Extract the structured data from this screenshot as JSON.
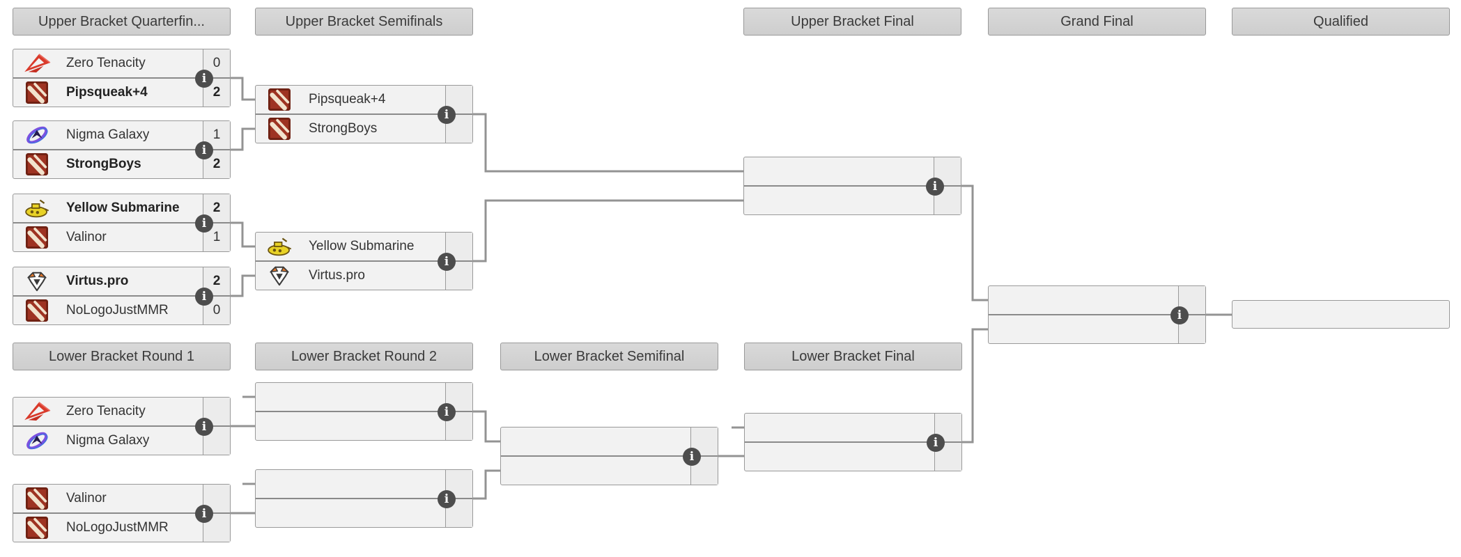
{
  "headers": {
    "ub_quarterfinals": "Upper Bracket Quarterfin...",
    "ub_semifinals": "Upper Bracket Semifinals",
    "ub_final": "Upper Bracket Final",
    "grand_final": "Grand Final",
    "qualified": "Qualified",
    "lb_round1": "Lower Bracket Round 1",
    "lb_round2": "Lower Bracket Round 2",
    "lb_semifinal": "Lower Bracket Semifinal",
    "lb_final": "Lower Bracket Final"
  },
  "matches": {
    "ub_qf_1": {
      "top": {
        "name": "Zero Tenacity",
        "score": "0",
        "logo": "zero-tenacity",
        "winner": false
      },
      "bottom": {
        "name": "Pipsqueak+4",
        "score": "2",
        "logo": "dota-default",
        "winner": true
      }
    },
    "ub_qf_2": {
      "top": {
        "name": "Nigma Galaxy",
        "score": "1",
        "logo": "nigma-galaxy",
        "winner": false
      },
      "bottom": {
        "name": "StrongBoys",
        "score": "2",
        "logo": "dota-default",
        "winner": true
      }
    },
    "ub_qf_3": {
      "top": {
        "name": "Yellow Submarine",
        "score": "2",
        "logo": "yellow-submarine",
        "winner": true
      },
      "bottom": {
        "name": "Valinor",
        "score": "1",
        "logo": "dota-default",
        "winner": false
      }
    },
    "ub_qf_4": {
      "top": {
        "name": "Virtus.pro",
        "score": "2",
        "logo": "virtus-pro",
        "winner": true
      },
      "bottom": {
        "name": "NoLogoJustMMR",
        "score": "0",
        "logo": "dota-default",
        "winner": false
      }
    },
    "ub_sf_1": {
      "top": {
        "name": "Pipsqueak+4",
        "score": "",
        "logo": "dota-default",
        "winner": false
      },
      "bottom": {
        "name": "StrongBoys",
        "score": "",
        "logo": "dota-default",
        "winner": false
      }
    },
    "ub_sf_2": {
      "top": {
        "name": "Yellow Submarine",
        "score": "",
        "logo": "yellow-submarine",
        "winner": false
      },
      "bottom": {
        "name": "Virtus.pro",
        "score": "",
        "logo": "virtus-pro",
        "winner": false
      }
    },
    "ub_final": {
      "top": {
        "name": "",
        "score": ""
      },
      "bottom": {
        "name": "",
        "score": ""
      }
    },
    "grand_final": {
      "top": {
        "name": "",
        "score": ""
      },
      "bottom": {
        "name": "",
        "score": ""
      }
    },
    "qualified": {
      "name": ""
    },
    "lb_r1_1": {
      "top": {
        "name": "Zero Tenacity",
        "score": "",
        "logo": "zero-tenacity",
        "winner": false
      },
      "bottom": {
        "name": "Nigma Galaxy",
        "score": "",
        "logo": "nigma-galaxy",
        "winner": false
      }
    },
    "lb_r1_2": {
      "top": {
        "name": "Valinor",
        "score": "",
        "logo": "dota-default",
        "winner": false
      },
      "bottom": {
        "name": "NoLogoJustMMR",
        "score": "",
        "logo": "dota-default",
        "winner": false
      }
    },
    "lb_r2_1": {
      "top": {
        "name": "",
        "score": ""
      },
      "bottom": {
        "name": "",
        "score": ""
      }
    },
    "lb_r2_2": {
      "top": {
        "name": "",
        "score": ""
      },
      "bottom": {
        "name": "",
        "score": ""
      }
    },
    "lb_sf": {
      "top": {
        "name": "",
        "score": ""
      },
      "bottom": {
        "name": "",
        "score": ""
      }
    },
    "lb_final": {
      "top": {
        "name": "",
        "score": ""
      },
      "bottom": {
        "name": "",
        "score": ""
      }
    }
  },
  "icons": {
    "info_glyph": "i"
  },
  "colors": {
    "background": "#ffffff",
    "header_bg": "#d4d4d4",
    "row_bg": "#f2f2f2",
    "score_bg": "#ececec",
    "border": "#999999",
    "connector": "#939393",
    "info_bg": "#4d4d4d",
    "dota_red": "#9e3322",
    "zero_tenacity_red": "#d93a2b",
    "nigma_purple": "#7b51e0",
    "yellow_submarine_yellow": "#e8d226",
    "virtus_pro_orange": "#e0762a"
  }
}
